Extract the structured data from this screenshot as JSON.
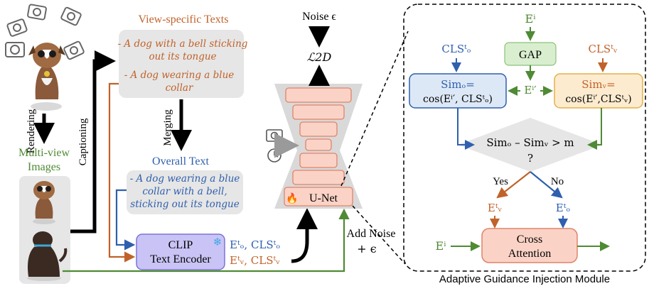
{
  "rendering": {
    "label": "Rendering",
    "views_label_line1": "Multi-view",
    "views_label_line2": "Images"
  },
  "captioning": {
    "label": "Captioning"
  },
  "view_texts": {
    "title": "View-specific Texts",
    "text1_line1": "- A dog with a bell sticking",
    "text1_line2": "out its tongue",
    "text2_line1": "- A dog wearing a blue",
    "text2_line2": "collar"
  },
  "merging": {
    "label": "Merging"
  },
  "overall_text": {
    "title": "Overall Text",
    "line1": "- A dog wearing a blue",
    "line2": "collar with a bell,",
    "line3": "sticking out its tongue"
  },
  "clip": {
    "line1": "CLIP",
    "line2": "Text Encoder"
  },
  "embeddings": {
    "row1": "Eᵗₒ, CLSᵗₒ",
    "row2": "Eᵗᵥ, CLSᵗᵥ"
  },
  "noise": {
    "label": "Noise ϵ",
    "loss": "ℒ2D"
  },
  "unet": {
    "label": "U-Net"
  },
  "add_noise": {
    "line1": "Add Noise",
    "line2": "+ ϵ"
  },
  "module": {
    "caption": "Adaptive Guidance Injection Module",
    "ei_top": "Eⁱ",
    "gap": "GAP",
    "cls_o": "CLSᵗₒ",
    "cls_v": "CLSᵗᵥ",
    "ei_prime": "Eⁱ′",
    "sim_o_line1": "Simₒ=",
    "sim_o_line2": "cos(Eⁱ′, CLSᵗₒ)",
    "sim_v_line1": "Simᵥ=",
    "sim_v_line2": "cos(Eⁱ′,CLSᵗᵥ)",
    "cond_line1": "Simₒ – Simᵥ > m",
    "cond_line2": "?",
    "yes": "Yes",
    "no": "No",
    "ev_label": "Eᵗᵥ",
    "eo_label": "Eᵗₒ",
    "ei_left": "Eⁱ",
    "cross_line1": "Cross",
    "cross_line2": "Attention"
  },
  "colors": {
    "orange": "#c0622a",
    "blue": "#2f5fae",
    "green": "#4f8a34",
    "pink_fill": "#fbd3c6",
    "pink_stroke": "#e0836a",
    "clip_fill": "#c9c4f5",
    "sim_o_fill": "#dde8f6",
    "sim_v_fill": "#fdebcf",
    "gap_fill": "#d9eecf",
    "gray_fill": "#e6e6e6"
  }
}
